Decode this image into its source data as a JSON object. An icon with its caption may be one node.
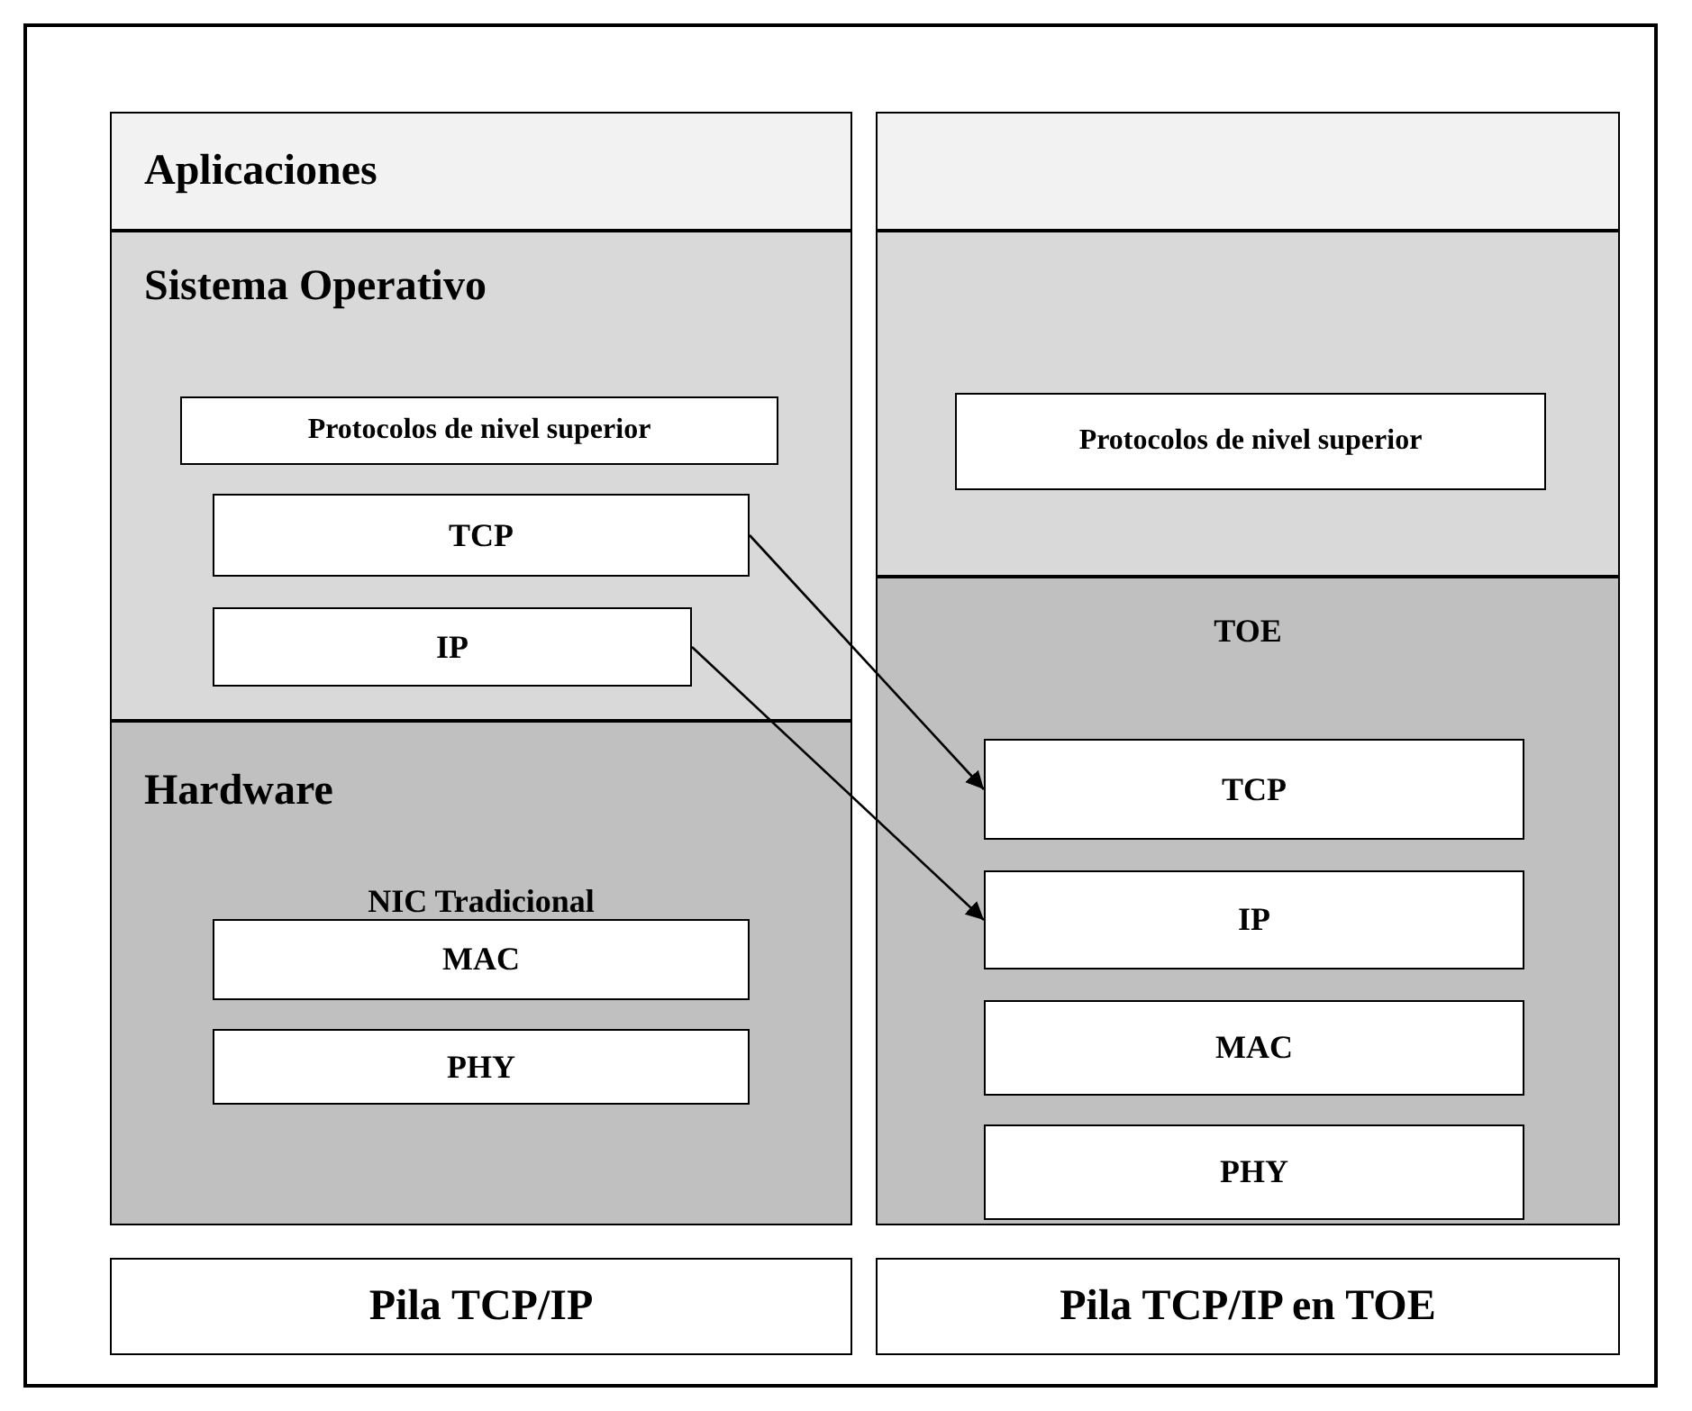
{
  "diagram": {
    "nodes": [
      {
        "text": [
          "Aplicaciones"
        ]
      },
      {
        "text": [
          "Sistema Operativo"
        ]
      },
      {
        "text": [
          "Protocolos de nivel superior"
        ],
        "in": 1
      },
      {
        "text": [
          "TCP"
        ],
        "in": 1
      },
      {
        "text": [
          "IP"
        ],
        "in": 1
      },
      {
        "text": [
          "Hardware",
          "NIC Tradicional"
        ]
      },
      {
        "text": [
          "MAC"
        ],
        "in": 5
      },
      {
        "text": [
          "PHY"
        ],
        "in": 5
      },
      {
        "text": [],
        "shape": "box"
      },
      {
        "text": [],
        "shape": "box"
      },
      {
        "text": [
          "Protocolos de nivel superior"
        ],
        "in": 9
      },
      {
        "text": [
          "TOE"
        ]
      },
      {
        "text": [
          "TCP"
        ],
        "in": 11
      },
      {
        "text": [
          "IP"
        ],
        "in": 11
      },
      {
        "text": [
          "MAC"
        ],
        "in": 11
      },
      {
        "text": [
          "PHY"
        ],
        "in": 11
      },
      {
        "text": [
          "Pila TCP/IP"
        ]
      },
      {
        "text": [
          "Pila TCP/IP en TOE"
        ]
      }
    ],
    "edges": [
      {
        "from": 3,
        "to": 12,
        "arrow": "to"
      },
      {
        "from": 4,
        "to": 13,
        "arrow": "to"
      }
    ]
  }
}
